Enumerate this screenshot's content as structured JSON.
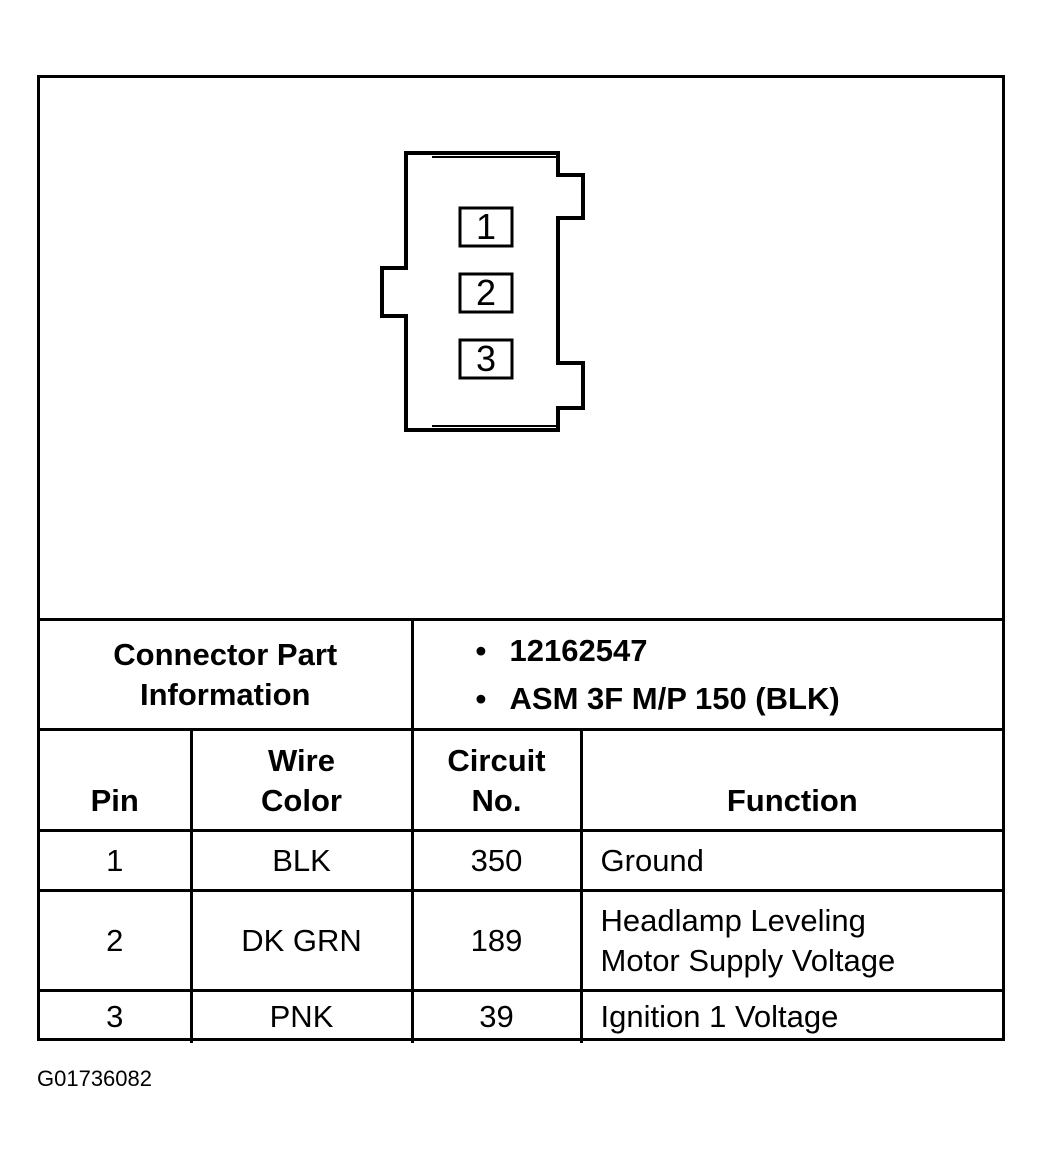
{
  "connector": {
    "pins": [
      "1",
      "2",
      "3"
    ]
  },
  "part_info": {
    "label_line1": "Connector Part",
    "label_line2": "Information",
    "items": [
      "12162547",
      "ASM 3F M/P 150 (BLK)"
    ]
  },
  "headers": {
    "pin": "Pin",
    "wire_color_line1": "Wire",
    "wire_color_line2": "Color",
    "circuit_line1": "Circuit",
    "circuit_line2": "No.",
    "function": "Function"
  },
  "rows": [
    {
      "pin": "1",
      "wire_color": "BLK",
      "circuit": "350",
      "function_line1": "Ground",
      "function_line2": ""
    },
    {
      "pin": "2",
      "wire_color": "DK GRN",
      "circuit": "189",
      "function_line1": "Headlamp Leveling",
      "function_line2": "Motor Supply Voltage"
    },
    {
      "pin": "3",
      "wire_color": "PNK",
      "circuit": "39",
      "function_line1": "Ignition 1 Voltage",
      "function_line2": ""
    }
  ],
  "figure_id": "G01736082"
}
